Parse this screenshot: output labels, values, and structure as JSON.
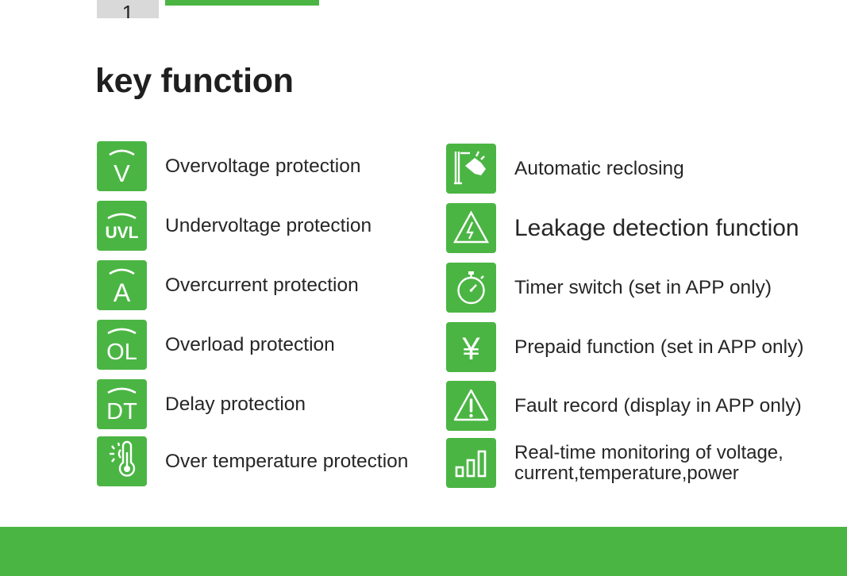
{
  "page": {
    "tab_number": "1",
    "title": "key function",
    "accent_color": "#4bb544"
  },
  "left_items": [
    {
      "icon": "overvoltage-v-icon",
      "icon_text": "V",
      "label": "Overvoltage protection"
    },
    {
      "icon": "undervoltage-uvl-icon",
      "icon_text": "UVL",
      "label": "Undervoltage protection"
    },
    {
      "icon": "overcurrent-a-icon",
      "icon_text": "A",
      "label": "Overcurrent protection"
    },
    {
      "icon": "overload-ol-icon",
      "icon_text": "OL",
      "label": "Overload protection"
    },
    {
      "icon": "delay-dt-icon",
      "icon_text": "DT",
      "label": "Delay protection"
    },
    {
      "icon": "thermometer-icon",
      "label": "Over temperature protection"
    }
  ],
  "right_items": [
    {
      "icon": "reclosing-hand-icon",
      "label": "Automatic reclosing"
    },
    {
      "icon": "leakage-warning-icon",
      "label": "Leakage detection function"
    },
    {
      "icon": "timer-stopwatch-icon",
      "label": "Timer switch (set in APP only)"
    },
    {
      "icon": "yen-icon",
      "icon_text": "¥",
      "label": "Prepaid function (set in APP only)"
    },
    {
      "icon": "fault-warning-icon",
      "label": "Fault record (display in APP only)"
    },
    {
      "icon": "bar-chart-icon",
      "label_line1": "Real-time monitoring of voltage,",
      "label_line2": "current,temperature,power"
    }
  ]
}
